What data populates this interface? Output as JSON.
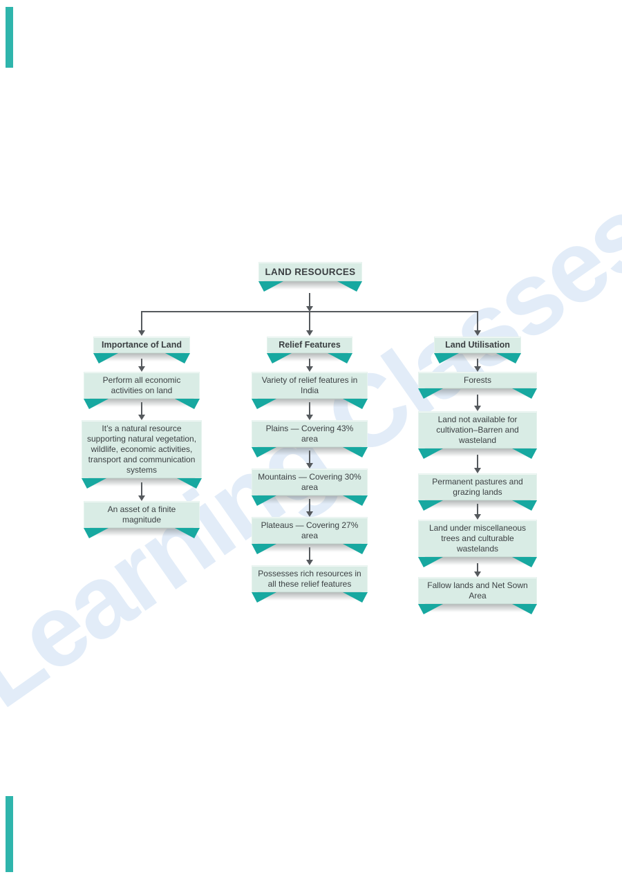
{
  "watermark": {
    "text": "Learning Classes"
  },
  "colors": {
    "box_fill": "#d9ece5",
    "fold_teal": "#17a8a0",
    "arrow_gray": "#55595d",
    "watermark_blue": "#e2ecf8",
    "edge_marker_teal": "#2fb5ac",
    "text": "#3b3f42"
  },
  "root": {
    "label": "LAND RESOURCES"
  },
  "columns": [
    {
      "header": "Importance of Land",
      "items": [
        "Perform all economic activities on land",
        "It’s a natural resource supporting natural vegetation, wildlife, economic activities, transport and communication systems",
        "An asset of a finite magnitude"
      ]
    },
    {
      "header": "Relief Features",
      "items": [
        "Variety of relief features in India",
        "Plains — Covering 43% area",
        "Mountains — Covering 30% area",
        "Plateaus — Covering 27% area",
        "Possesses rich resources in all these relief features"
      ]
    },
    {
      "header": "Land Utilisation",
      "items": [
        "Forests",
        "Land not available for cultivation–Barren and wasteland",
        "Permanent pastures and grazing lands",
        "Land under miscellaneous trees and culturable wastelands",
        "Fallow lands and Net Sown Area"
      ]
    }
  ]
}
